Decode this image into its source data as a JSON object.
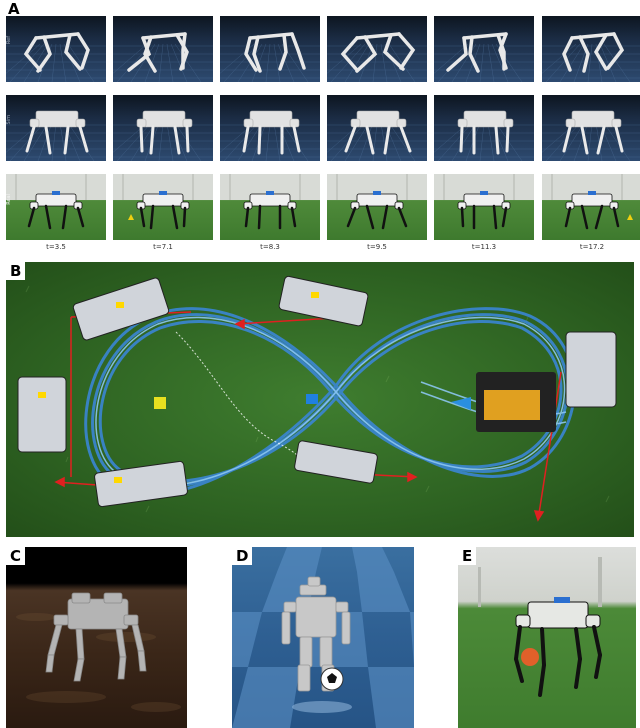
{
  "panels": {
    "a": "A",
    "b": "B",
    "c": "C",
    "d": "D",
    "e": "E"
  },
  "row_labels": [
    "Ref",
    "Sim",
    "Real"
  ],
  "time_labels": [
    "t=3.5",
    "t=7.1",
    "t=8.3",
    "t=9.5",
    "t=11.3",
    "t=17.2"
  ],
  "colors": {
    "trajectory": "#3a86d4",
    "trajectory_light": "#8cc6f0",
    "arrow": "#e02020",
    "grass": "#3f7d2f"
  }
}
